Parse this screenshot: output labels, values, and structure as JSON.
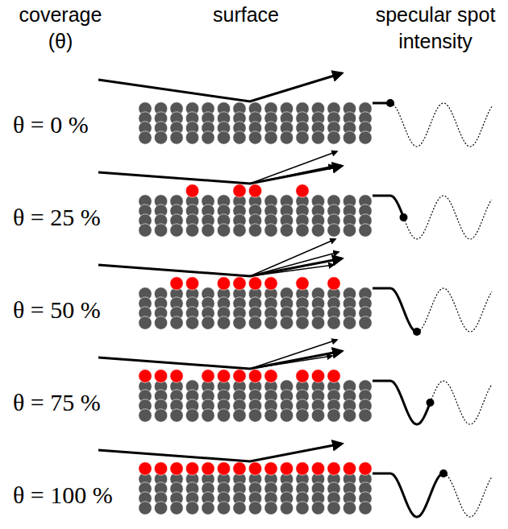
{
  "diagram": {
    "labels": [
      "coverage (θ)",
      "surface",
      "specular spot intensity",
      "θ = 0 %",
      "θ = 25 %",
      "θ = 50 %",
      "θ = 75 %",
      "θ = 100 %"
    ]
  }
}
